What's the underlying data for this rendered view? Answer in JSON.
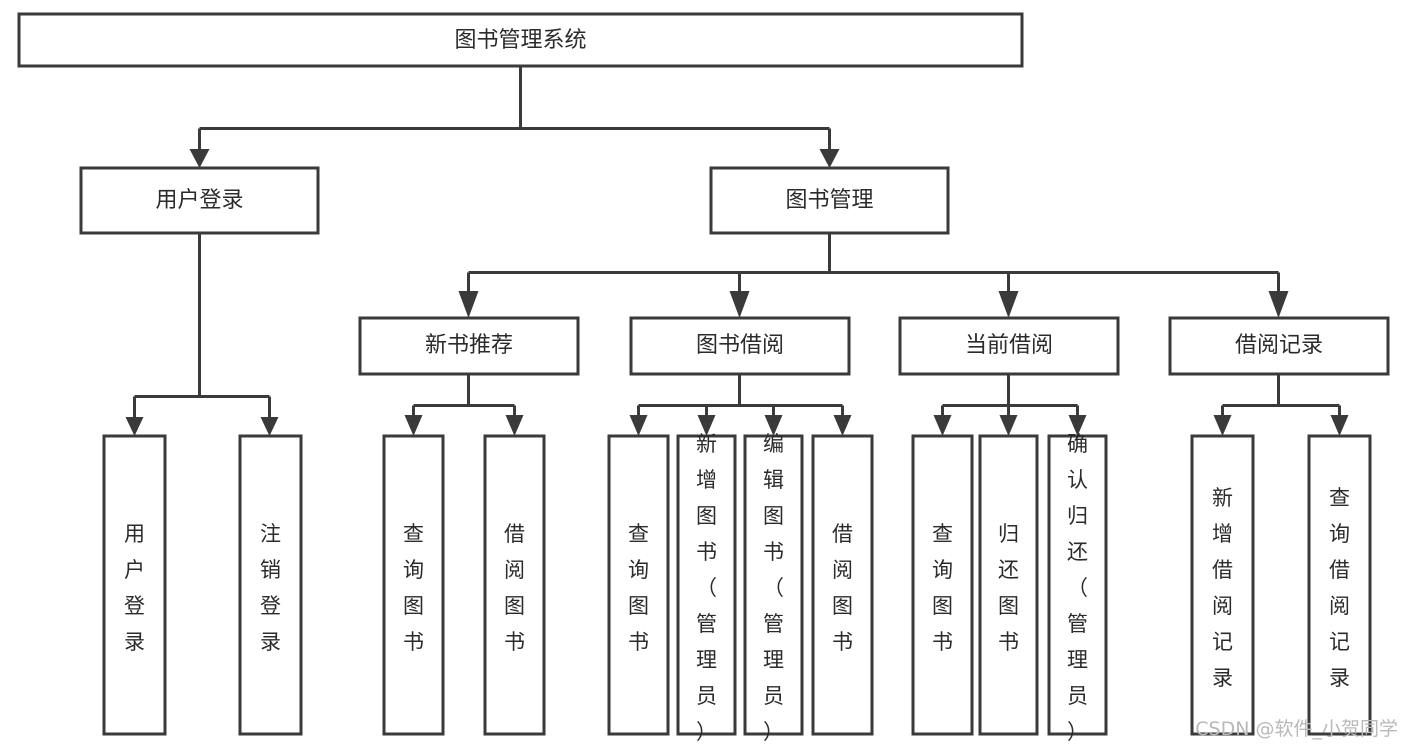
{
  "diagram": {
    "title": "图书管理系统",
    "type": "hierarchy-tree",
    "orientation": "top-down"
  },
  "watermark": {
    "text": "CSDN @软件_小贺同学"
  },
  "colors": {
    "box_stroke": "#3a3a3a",
    "box_fill": "#ffffff",
    "connector": "#3a3a3a",
    "text": "#2b2b2b",
    "watermark": "#b9b9b9",
    "background": "#ffffff"
  },
  "chart_data": {
    "type": "tree",
    "title": "图书管理系统",
    "root": {
      "id": "root",
      "label": "图书管理系统",
      "level": 0,
      "orientation": "horizontal",
      "children": [
        "user-login",
        "book-manage"
      ]
    },
    "nodes": [
      {
        "id": "user-login",
        "label": "用户登录",
        "level": 1,
        "orientation": "horizontal",
        "parent": "root",
        "children": [
          "user-login-leaf",
          "user-logout-leaf"
        ]
      },
      {
        "id": "book-manage",
        "label": "图书管理",
        "level": 1,
        "orientation": "horizontal",
        "parent": "root",
        "children": [
          "new-book-rec",
          "book-borrow",
          "current-borrow",
          "borrow-record"
        ]
      },
      {
        "id": "new-book-rec",
        "label": "新书推荐",
        "level": 2,
        "orientation": "horizontal",
        "parent": "book-manage",
        "children": [
          "nbr-query",
          "nbr-borrow"
        ]
      },
      {
        "id": "book-borrow",
        "label": "图书借阅",
        "level": 2,
        "orientation": "horizontal",
        "parent": "book-manage",
        "children": [
          "bb-query",
          "bb-add",
          "bb-edit",
          "bb-borrow"
        ]
      },
      {
        "id": "current-borrow",
        "label": "当前借阅",
        "level": 2,
        "orientation": "horizontal",
        "parent": "book-manage",
        "children": [
          "cb-query",
          "cb-return",
          "cb-confirm"
        ]
      },
      {
        "id": "borrow-record",
        "label": "借阅记录",
        "level": 2,
        "orientation": "horizontal",
        "parent": "book-manage",
        "children": [
          "br-add",
          "br-query"
        ]
      },
      {
        "id": "user-login-leaf",
        "label": "用户登录",
        "level": 3,
        "orientation": "vertical",
        "parent": "user-login",
        "children": []
      },
      {
        "id": "user-logout-leaf",
        "label": "注销登录",
        "level": 3,
        "orientation": "vertical",
        "parent": "user-login",
        "children": []
      },
      {
        "id": "nbr-query",
        "label": "查询图书",
        "level": 3,
        "orientation": "vertical",
        "parent": "new-book-rec",
        "children": []
      },
      {
        "id": "nbr-borrow",
        "label": "借阅图书",
        "level": 3,
        "orientation": "vertical",
        "parent": "new-book-rec",
        "children": []
      },
      {
        "id": "bb-query",
        "label": "查询图书",
        "level": 3,
        "orientation": "vertical",
        "parent": "book-borrow",
        "children": []
      },
      {
        "id": "bb-add",
        "label": "新增图书（管理员）",
        "level": 3,
        "orientation": "vertical",
        "parent": "book-borrow",
        "children": []
      },
      {
        "id": "bb-edit",
        "label": "编辑图书（管理员）",
        "level": 3,
        "orientation": "vertical",
        "parent": "book-borrow",
        "children": []
      },
      {
        "id": "bb-borrow",
        "label": "借阅图书",
        "level": 3,
        "orientation": "vertical",
        "parent": "book-borrow",
        "children": []
      },
      {
        "id": "cb-query",
        "label": "查询图书",
        "level": 3,
        "orientation": "vertical",
        "parent": "current-borrow",
        "children": []
      },
      {
        "id": "cb-return",
        "label": "归还图书",
        "level": 3,
        "orientation": "vertical",
        "parent": "current-borrow",
        "children": []
      },
      {
        "id": "cb-confirm",
        "label": "确认归还（管理员）",
        "level": 3,
        "orientation": "vertical",
        "parent": "current-borrow",
        "children": []
      },
      {
        "id": "br-add",
        "label": "新增借阅记录",
        "level": 3,
        "orientation": "vertical",
        "parent": "borrow-record",
        "children": []
      },
      {
        "id": "br-query",
        "label": "查询借阅记录",
        "level": 3,
        "orientation": "vertical",
        "parent": "borrow-record",
        "children": []
      }
    ]
  }
}
